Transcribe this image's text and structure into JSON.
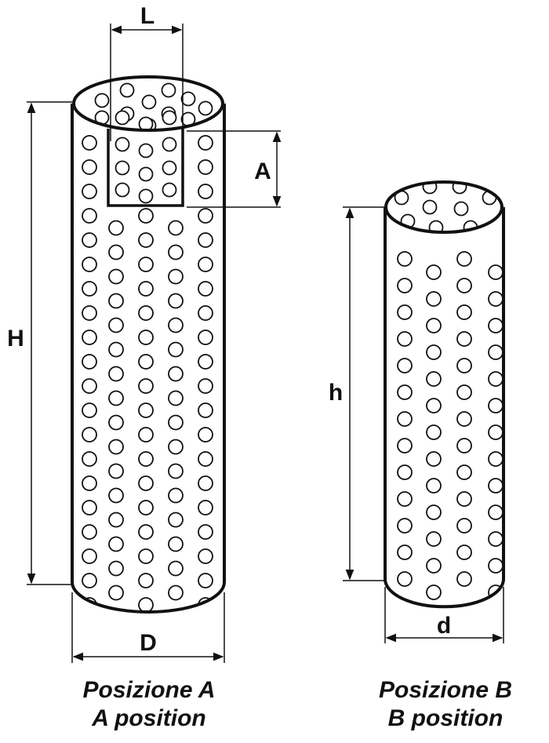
{
  "labels": {
    "L": "L",
    "A": "A",
    "H": "H",
    "D": "D",
    "h": "h",
    "d": "d"
  },
  "captions": {
    "a_italian": "Posizione A",
    "a_english": "A position",
    "b_italian": "Posizione B",
    "b_english": "B position"
  },
  "colors": {
    "line": "#111111",
    "background": "#ffffff"
  }
}
